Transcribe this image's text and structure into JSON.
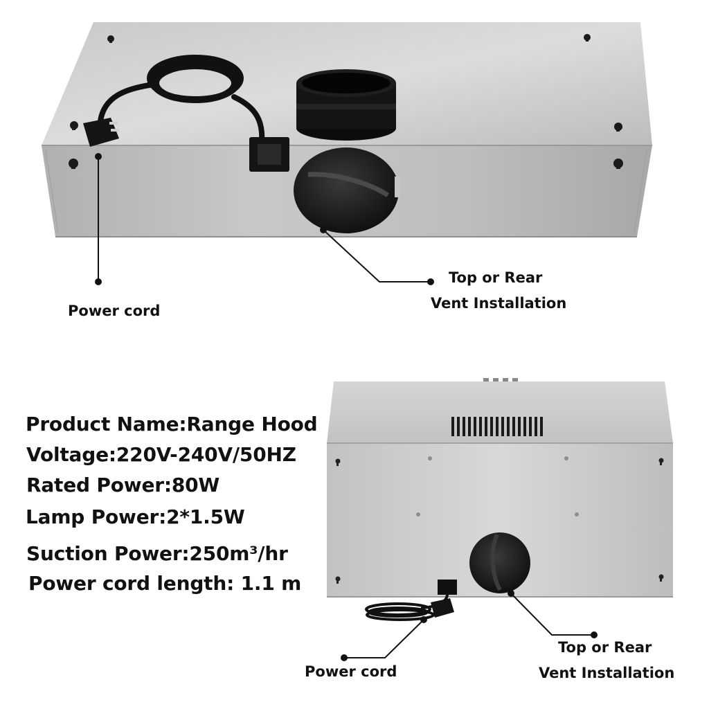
{
  "top_view": {
    "power_cord_label": "Power cord",
    "vent_label_line1": "Top or Rear",
    "vent_label_line2": "Vent Installation"
  },
  "specs": {
    "product_name": "Product Name:Range Hood",
    "voltage": "Voltage:220V-240V/50HZ",
    "rated_power": "Rated Power:80W",
    "lamp_power": "Lamp Power:2*1.5W",
    "suction_power": "Suction Power:250m³/hr",
    "cord_length": "Power cord length: 1.1 m"
  },
  "rear_view": {
    "power_cord_label": "Power cord",
    "vent_label_line1": "Top or Rear",
    "vent_label_line2": "Vent Installation"
  }
}
